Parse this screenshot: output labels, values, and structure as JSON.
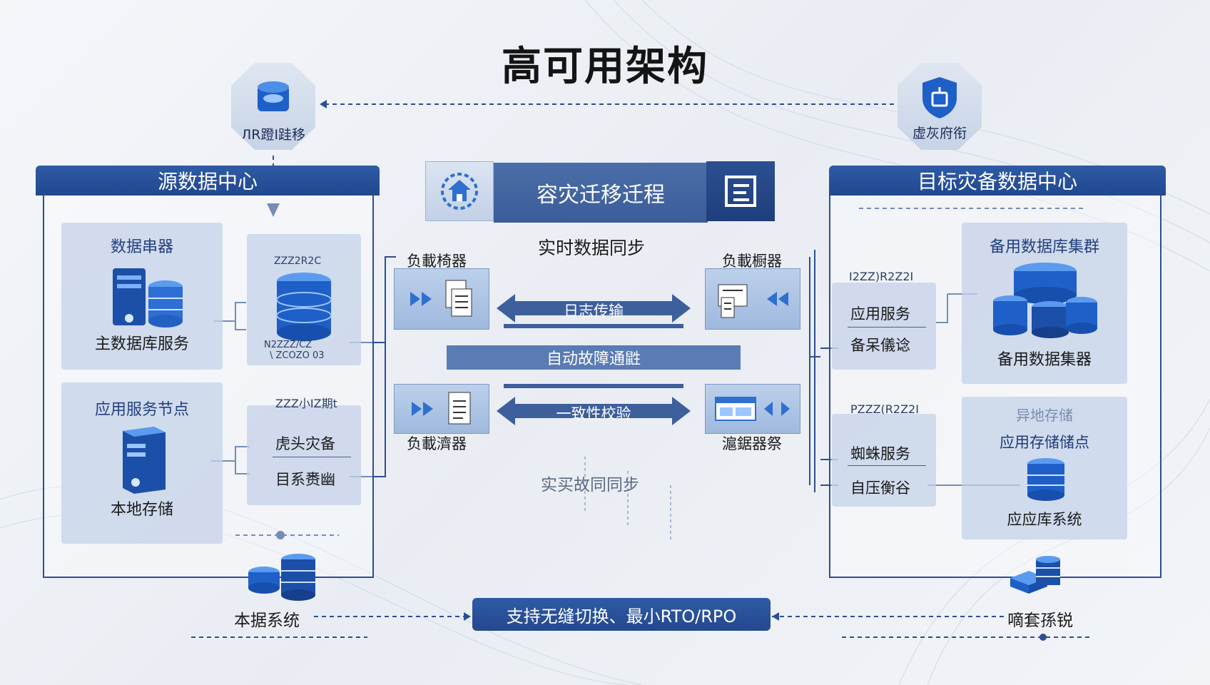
{
  "title": "高可用架构",
  "top_left_badge": "ЛR蹬I跬移",
  "top_right_badge": "虚灰府衔",
  "source_dc": {
    "header": "源数据中心",
    "card1_title": "数据串器",
    "card1_label": "主数据库服务",
    "card2_top": "ZZZ2R2C",
    "card2_bottom": "N2ZZZ/CZ",
    "card2_bottom2": "\\ ZCOZO 03",
    "card3_title": "应用服务节点",
    "card3_label": "本地存储",
    "card4_title": "ZZZ小IZ期t",
    "card4_item1": "虎头灾备",
    "card4_item2": "目系赉幽",
    "bottom_label": "本据系统"
  },
  "process": {
    "title": "容灾迁移迁程",
    "realtime_sync": "实时数据同步",
    "lb_left_top": "负載椅器",
    "lb_right_top": "负載橱器",
    "arrow_log": "日志传输",
    "band_failover": "自动故障通鼪",
    "arrow_consistency": "一致性校验",
    "lb_left_bottom": "负載濟器",
    "lb_right_bottom": "滬鋸器祭",
    "bottom_sync": "实买故同同步"
  },
  "target_dc": {
    "header": "目标灾备数据中心",
    "left_top_code": "I2ZZ)R2Z2I",
    "left_item1": "应用服务",
    "left_item2": "备呆儀谂",
    "cluster_title": "备用数据库集群",
    "cluster_label": "备用数据集器",
    "left_bottom_code": "PZZZ(R2Z2I",
    "left_item3": "蜘蛛服务",
    "left_item4": "自压衡谷",
    "storage_title_faded": "异地存储",
    "storage_title": "应用存储储点",
    "storage_label": "应应库系统",
    "bottom_label": "嘀套孫锐"
  },
  "bottom_banner": "支持无缝切换、最小RTO/RPO",
  "colors": {
    "primary": "#2c4f93",
    "header": "#23498f",
    "card": "#c4d2e8",
    "band": "#5a7bb3",
    "db_blue": "#1f5fc8"
  },
  "icons": [
    "database-icon",
    "server-icon",
    "document-icon",
    "arrow-left-right-icon",
    "shield-icon",
    "gear-icon"
  ]
}
